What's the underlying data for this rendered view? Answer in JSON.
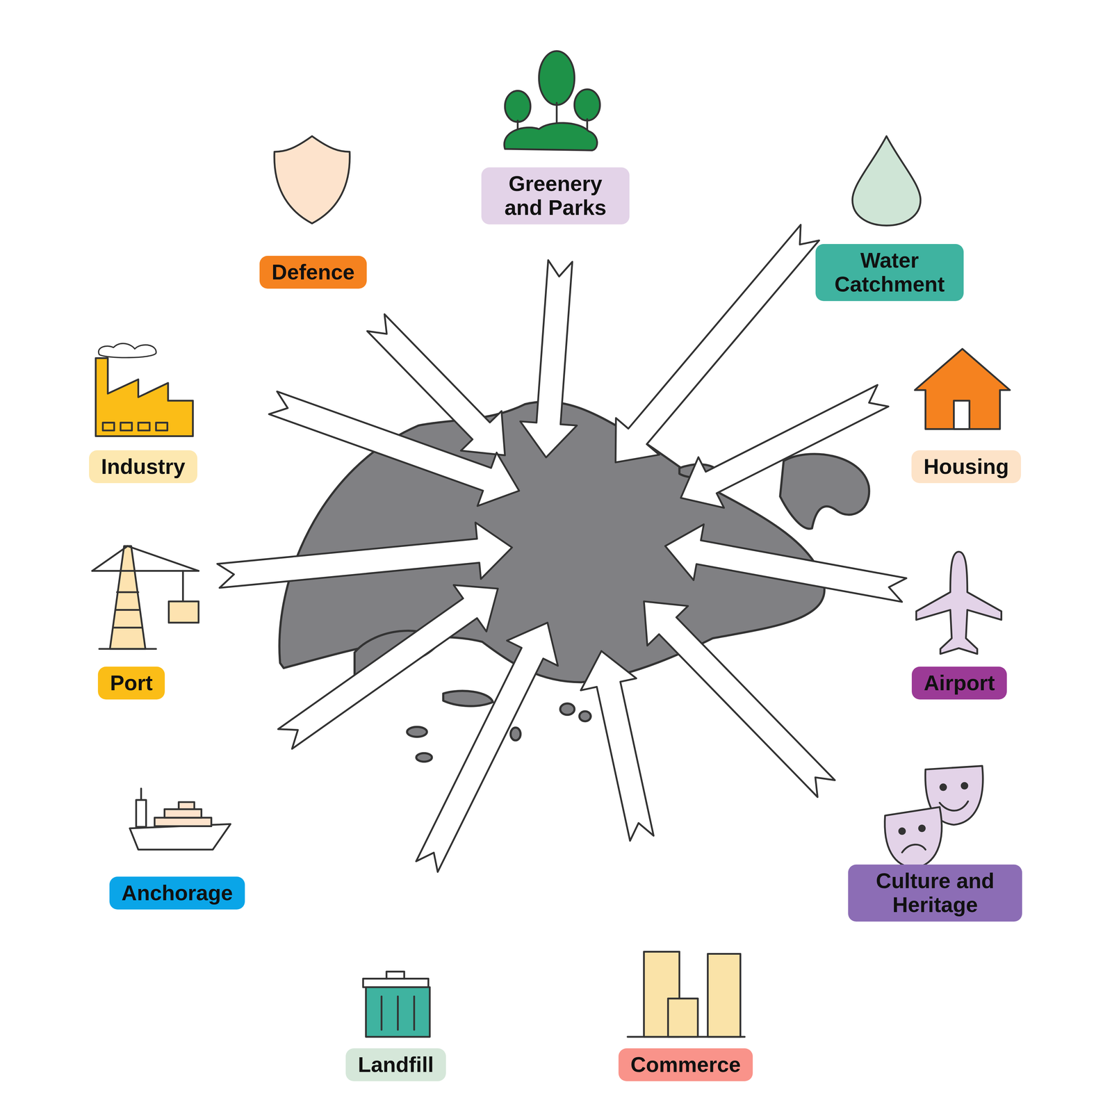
{
  "diagram": {
    "nodes": [
      {
        "text": [
          "Greenery and Parks"
        ]
      },
      {
        "text": [
          "Defence"
        ]
      },
      {
        "text": [
          "Water Catchment"
        ]
      },
      {
        "text": [
          "Industry"
        ]
      },
      {
        "text": [
          "Housing"
        ]
      },
      {
        "text": [
          "Port"
        ]
      },
      {
        "text": [
          "Airport"
        ]
      },
      {
        "text": [
          "Anchorage"
        ]
      },
      {
        "text": [
          "Culture and Heritage"
        ]
      },
      {
        "text": [
          "Landfill"
        ]
      },
      {
        "text": [
          "Commerce"
        ]
      }
    ]
  }
}
